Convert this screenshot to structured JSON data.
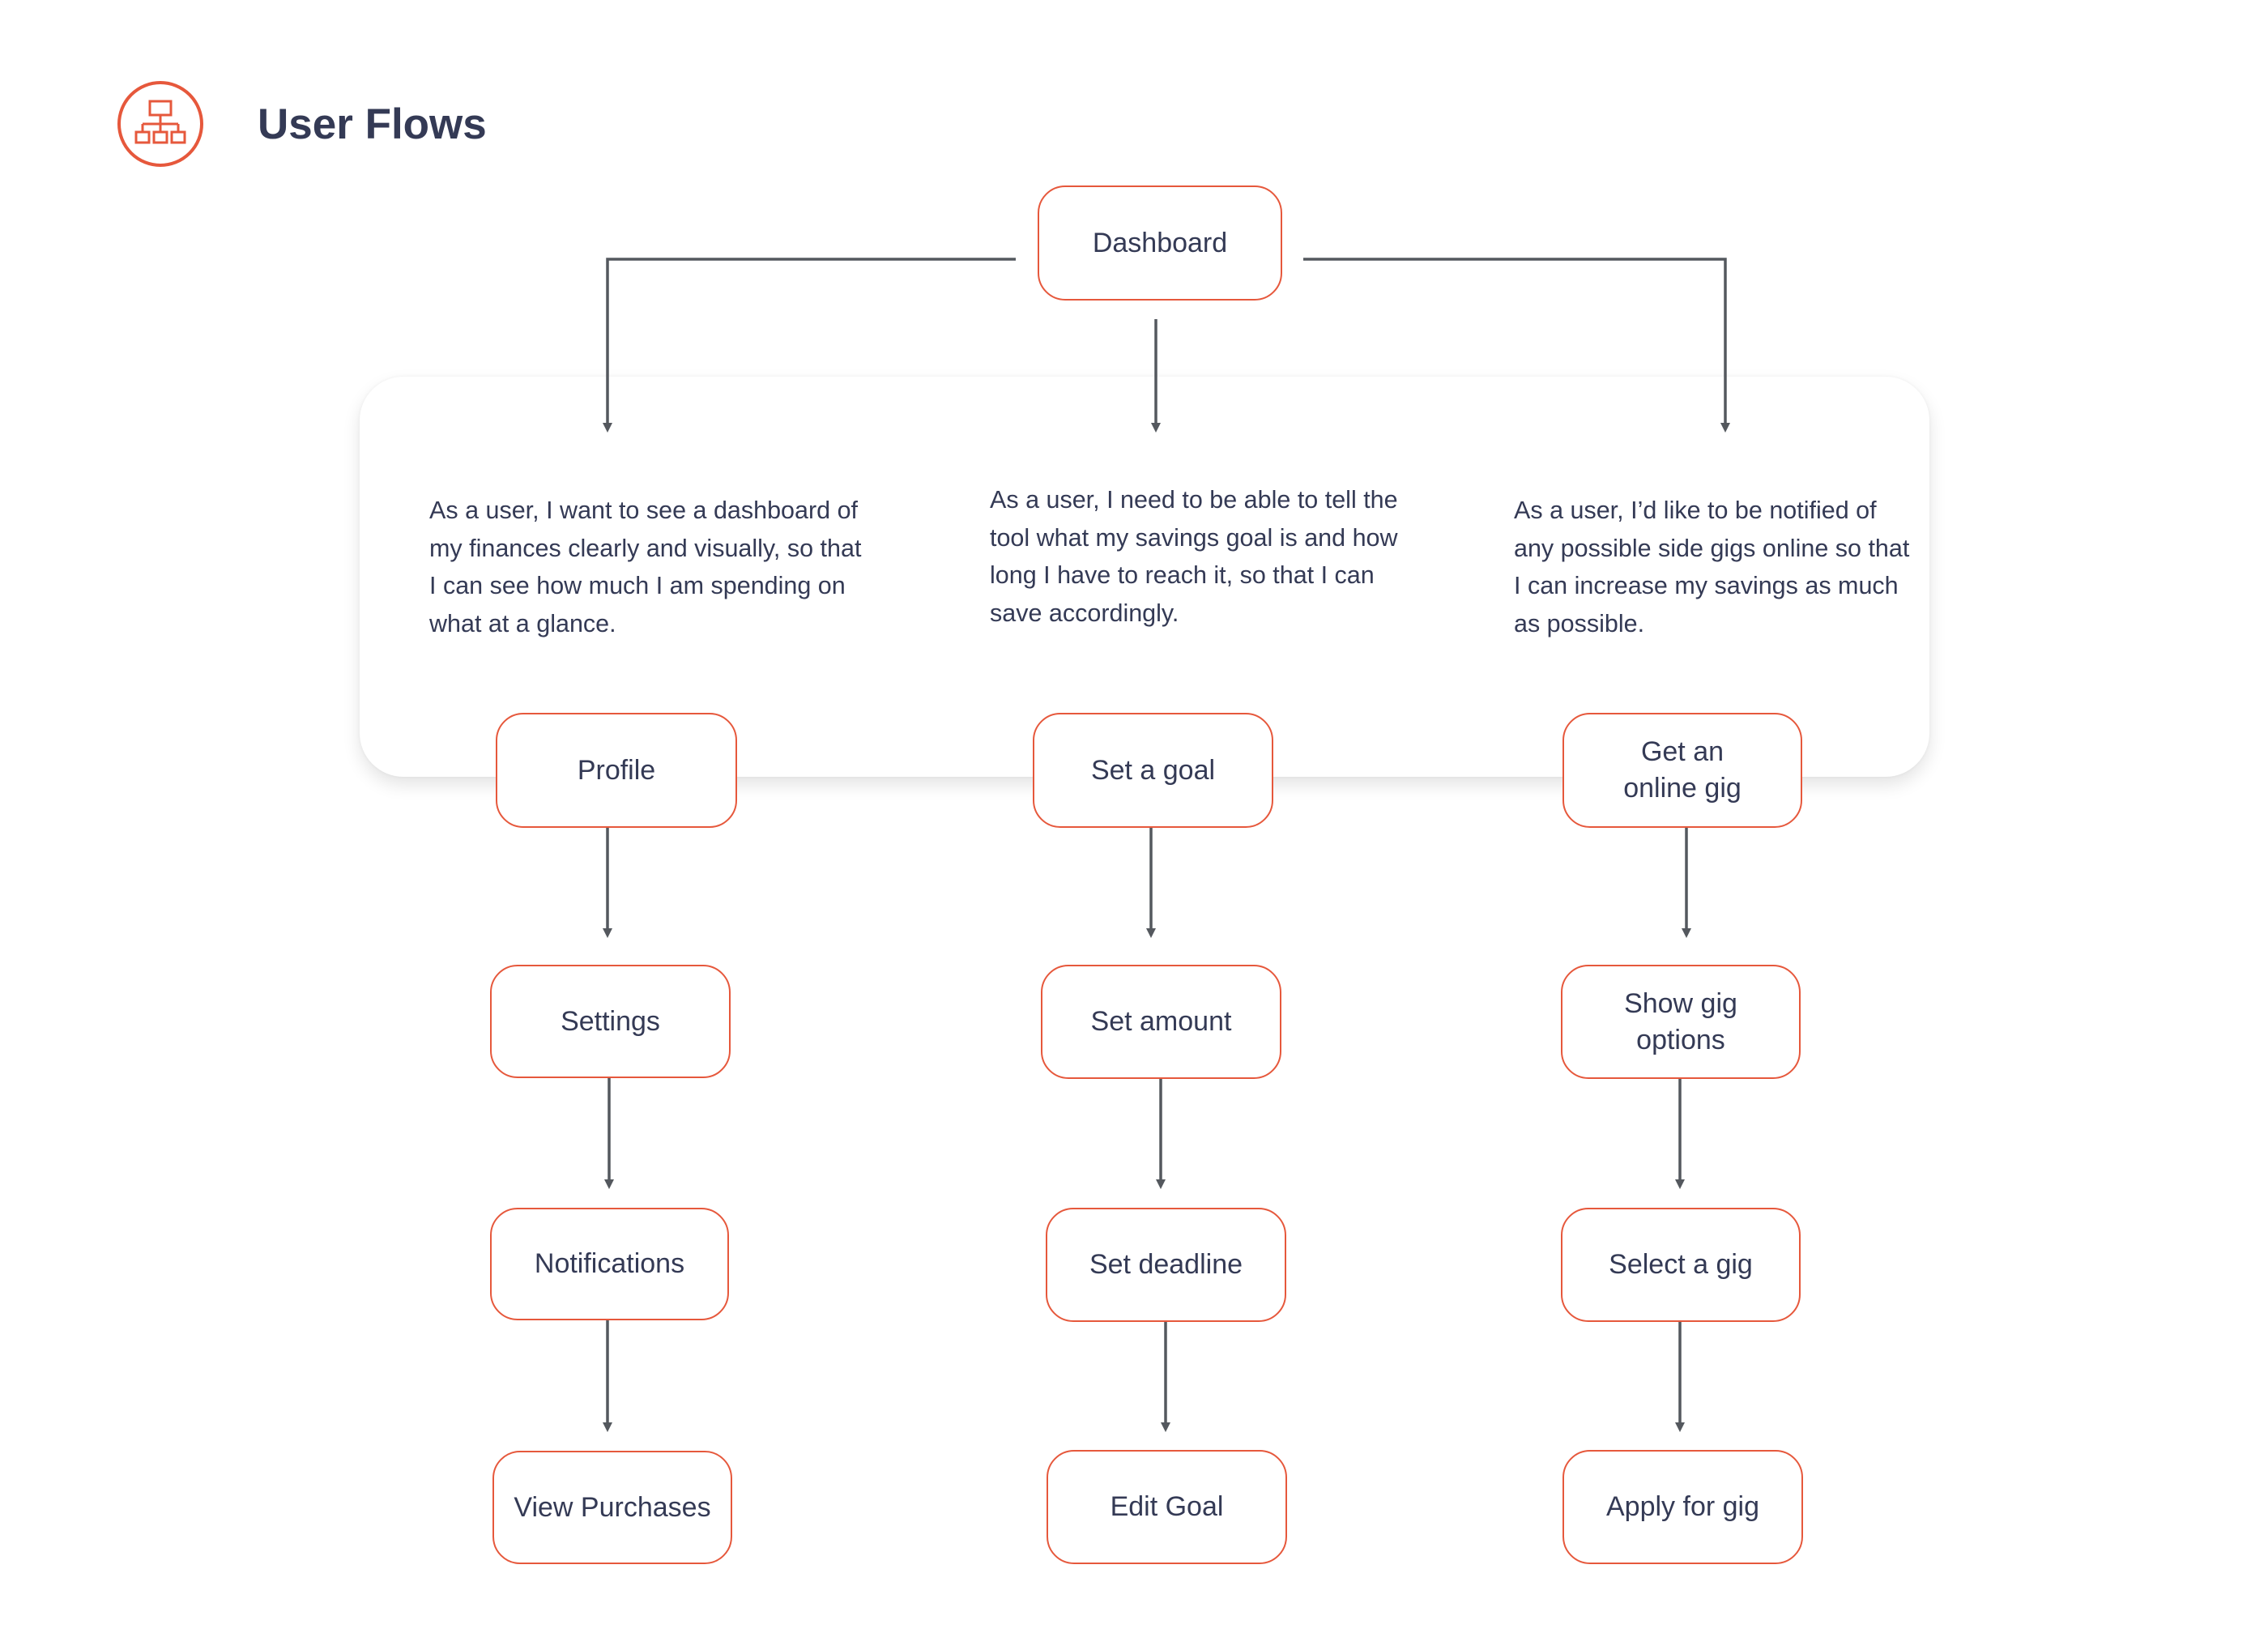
{
  "header": {
    "title": "User Flows",
    "icon": "sitemap-icon",
    "accent_color": "#e6583c"
  },
  "root": {
    "label": "Dashboard"
  },
  "stories": [
    "As a user, I want to see a dashboard of my finances clearly and visually, so that I can see how much I am spending on what at a glance.",
    "As a user, I need to be able to tell the tool what my savings goal is and how long I have to reach it, so that I can save accordingly.",
    "As a user, I’d like to be notified of any possible side gigs online so that I can increase my savings as much as possible."
  ],
  "flows": [
    {
      "steps": [
        "Profile",
        "Settings",
        "Notifications",
        "View Purchases"
      ]
    },
    {
      "steps": [
        "Set a goal",
        "Set amount",
        "Set deadline",
        "Edit Goal"
      ]
    },
    {
      "steps": [
        "Get an\nonline gig",
        "Show gig\noptions",
        "Select a gig",
        "Apply for gig"
      ]
    }
  ],
  "colors": {
    "node_border": "#e6583c",
    "text": "#343a55",
    "connector": "#54585e"
  }
}
